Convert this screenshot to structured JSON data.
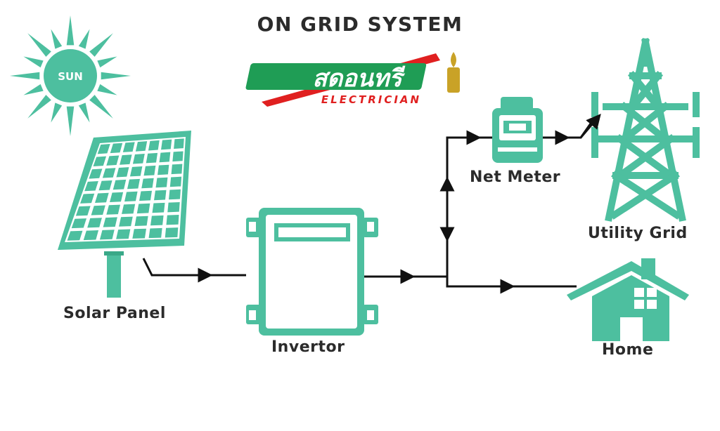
{
  "title": "ON GRID SYSTEM",
  "logo": {
    "thai_text": "สดอนทรี",
    "sub_text": "ELECTRICIAN",
    "colors": {
      "green": "#1f9d55",
      "red": "#e02020",
      "gold": "#c9a227"
    }
  },
  "sun": {
    "label": "SUN",
    "color": "#4dbf9f"
  },
  "nodes": {
    "solar_panel": {
      "label": "Solar Panel",
      "icon": "solar-panel-icon"
    },
    "invertor": {
      "label": "Invertor",
      "icon": "invertor-icon"
    },
    "net_meter": {
      "label": "Net Meter",
      "icon": "meter-icon"
    },
    "utility_grid": {
      "label": "Utility Grid",
      "icon": "transmission-tower-icon"
    },
    "home": {
      "label": "Home",
      "icon": "house-icon"
    }
  },
  "colors": {
    "accent": "#4dbf9f",
    "line": "#111111",
    "text": "#2b2b2b"
  }
}
